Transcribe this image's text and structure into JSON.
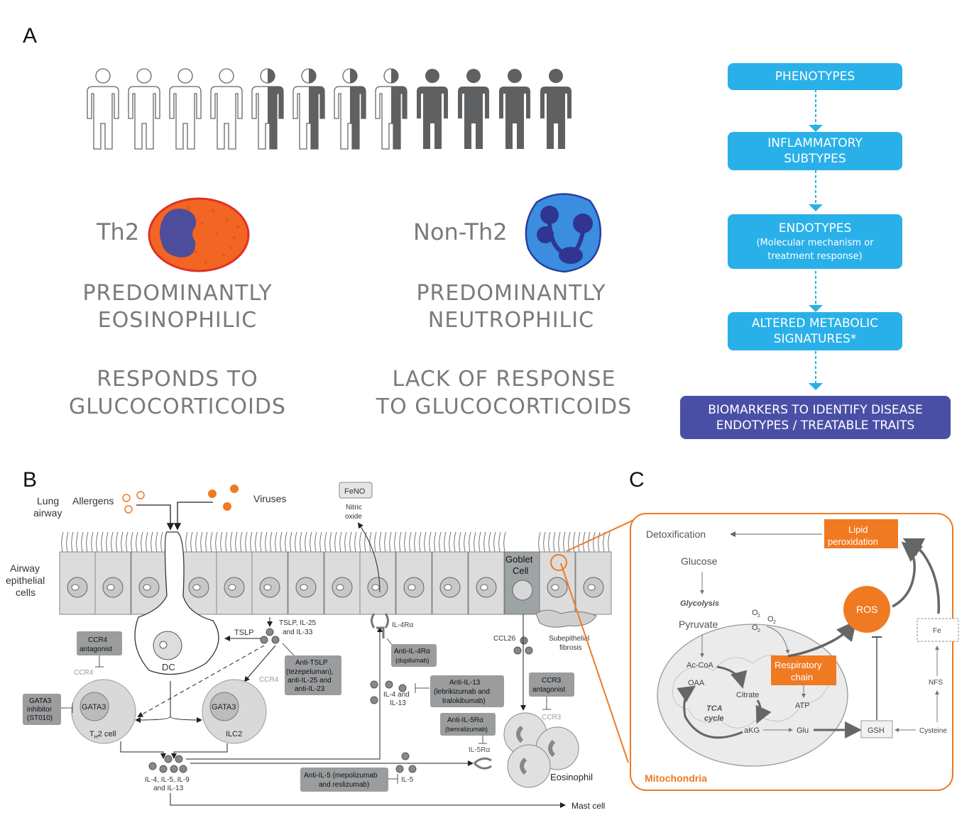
{
  "panel_a": {
    "letter": "A",
    "th2": {
      "label": "Th2",
      "line1": "PREDOMINANTLY",
      "line2": "EOSINOPHILIC",
      "resp1": "RESPONDS TO",
      "resp2": "GLUCOCORTICOIDS"
    },
    "nonth2": {
      "label": "Non-Th2",
      "line1": "PREDOMINANTLY",
      "line2": "NEUTROPHILIC",
      "resp1": "LACK OF RESPONSE",
      "resp2": "TO GLUCOCORTICOIDS"
    },
    "flow": {
      "phenotypes": "PHENOTYPES",
      "inflam1": "INFLAMMATORY",
      "inflam2": "SUBTYPES",
      "endotypes": "ENDOTYPES",
      "endo_sub1": "(Molecular mechanism or",
      "endo_sub2": "treatment response)",
      "altered1": "ALTERED METABOLIC",
      "altered2": "SIGNATURES*",
      "bio1": "BIOMARKERS TO IDENTIFY DISEASE",
      "bio2": "ENDOTYPES / TREATABLE TRAITS"
    },
    "colors": {
      "flow_box": "#2ab0e8",
      "flow_dark": "#4a4fa6",
      "eosinophil": "#f26522",
      "neutrophil": "#3b8de0"
    }
  },
  "panel_b": {
    "letter": "B",
    "lung_airway1": "Lung",
    "lung_airway2": "airway",
    "allergens": "Allergens",
    "viruses": "Viruses",
    "airway1": "Airway",
    "airway2": "epithelial",
    "airway3": "cells",
    "feno": "FeNO",
    "nitric1": "Nitric",
    "nitric2": "oxide",
    "goblet1": "Goblet",
    "goblet2": "Cell",
    "subepi1": "Subepithelial",
    "subepi2": "fibrosis",
    "tslp_il1": "TSLP, IL-25",
    "tslp_il2": "and IL-33",
    "tslp": "TSLP",
    "dc": "DC",
    "ccr4_ant1": "CCR4",
    "ccr4_ant2": "antagonist",
    "ccr4_a": "CCR4",
    "ccr4_b": "CCR4",
    "gata3_a": "GATA3",
    "gata3_b": "GATA3",
    "th2cell": "T",
    "th2cell_sub": "H",
    "th2cell_end": "2 cell",
    "ilc2": "ILC2",
    "gata3inh1": "GATA3",
    "gata3inh2": "inhibitor",
    "gata3inh3": "(ST010)",
    "anti_tslp1": "Anti-TSLP",
    "anti_tslp2": "(tezepeluman),",
    "anti_tslp3": "anti-IL-25 and",
    "anti_tslp4": "anti-IL-23",
    "il4ra": "IL-4Rα",
    "anti_il4ra1": "Anti-IL-4Rα",
    "anti_il4ra2": "(dupilumab)",
    "il4_il13_1": "IL-4 and",
    "il4_il13_2": "IL-13",
    "anti_il13_1": "Anti-IL-13",
    "anti_il13_2": "(lebrikizumab and",
    "anti_il13_3": "tralokibumab)",
    "ccl26": "CCL26",
    "ccr3_ant1": "CCR3",
    "ccr3_ant2": "antagonist",
    "ccr3": "CCR3",
    "anti_il5ra1": "Anti-IL-5Rα",
    "anti_il5ra2": "(benralizumab)",
    "il5ra": "IL-5Rα",
    "il_cluster1": "IL-4, IL-5, IL-9",
    "il_cluster2": "and IL-13",
    "anti_il5_1": "Anti-IL-5 (mepolizumab",
    "anti_il5_2": "and reslizumab)",
    "il5": "IL-5",
    "eosinophil": "Eosinophil",
    "mast_cell": "Mast cell"
  },
  "panel_c": {
    "letter": "C",
    "detox": "Detoxification",
    "lipid1": "Lipid",
    "lipid2": "peroxidation",
    "glucose": "Glucose",
    "glycolysis": "Glycolysis",
    "pyruvate": "Pyruvate",
    "o2": "O",
    "acoa": "Ac-CoA",
    "oaa": "OAA",
    "citrate": "Citrate",
    "tca1": "TCA",
    "tca2": "cycle",
    "akg": "aKG",
    "glu": "Glu",
    "resp1": "Respiratory",
    "resp2": "chain",
    "atp": "ATP",
    "ros": "ROS",
    "gsh": "GSH",
    "fe": "Fe",
    "nfs": "NFS",
    "cysteine": "Cysteine",
    "mito": "Mitochondria",
    "colors": {
      "accent": "#f07a22"
    }
  }
}
